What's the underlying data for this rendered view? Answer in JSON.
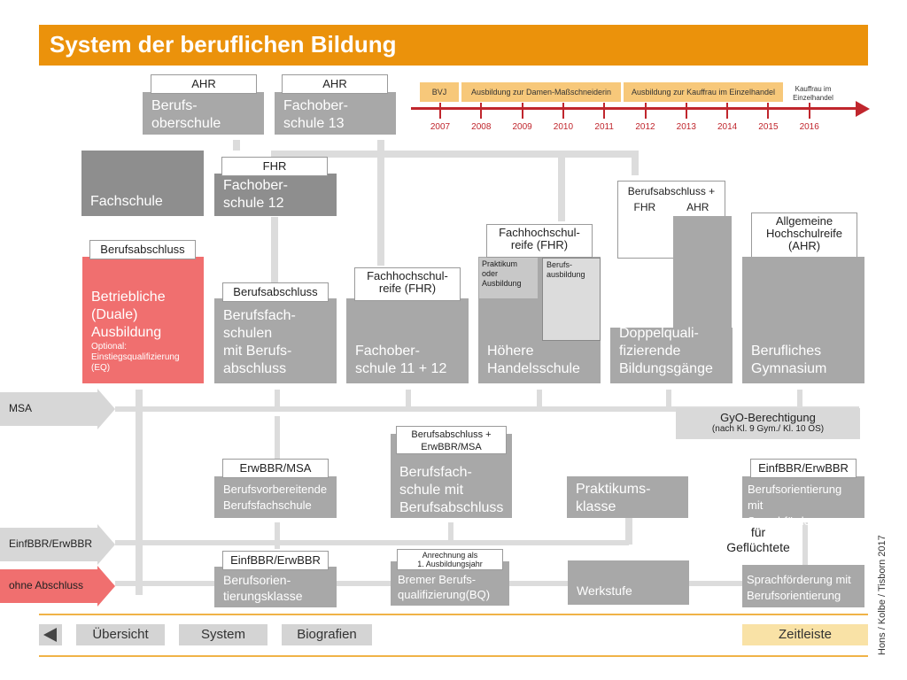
{
  "title": "System der beruflichen Bildung",
  "timeline": {
    "segments": [
      "BVJ",
      "Ausbildung zur Damen-Maßschneiderin",
      "Ausbildung zur Kauffrau im Einzelhandel"
    ],
    "last_label_line1": "Kauffrau im",
    "last_label_line2": "Einzelhandel",
    "years": [
      "2007",
      "2008",
      "2009",
      "2010",
      "2011",
      "2012",
      "2013",
      "2014",
      "2015",
      "2016"
    ]
  },
  "top": {
    "bos_label": "AHR",
    "bos_name_l1": "Berufs-",
    "bos_name_l2": "oberschule",
    "fos13_label": "AHR",
    "fos13_name_l1": "Fachober-",
    "fos13_name_l2": "schule 13"
  },
  "row2": {
    "fachschule": "Fachschule",
    "fos12_label": "FHR",
    "fos12_l1": "Fachober-",
    "fos12_l2": "schule 12",
    "dq_label_l1": "Berufsabschluss +",
    "dq_fhr": "FHR",
    "dq_ahr": "AHR",
    "bg_label_l1": "Allgemeine",
    "bg_label_l2": "Hochschulreife",
    "bg_label_l3": "(AHR)"
  },
  "row3": {
    "dual_label": "Berufsabschluss",
    "dual_l1": "Betriebliche",
    "dual_l2": "(Duale)",
    "dual_l3": "Ausbildung",
    "dual_opt1": "Optional:",
    "dual_opt2": "Einstiegsqualifizierung",
    "dual_opt3": "(EQ)",
    "bfs_label": "Berufsabschluss",
    "bfs_l1": "Berufsfach-",
    "bfs_l2": "schulen",
    "bfs_l3": "mit Berufs-",
    "bfs_l4": "abschluss",
    "fos11_label_l1": "Fachhochschul-",
    "fos11_label_l2": "reife (FHR)",
    "fos11_l1": "Fachober-",
    "fos11_l2": "schule 11 + 12",
    "hhs_label_l1": "Fachhochschul-",
    "hhs_label_l2": "reife (FHR)",
    "hhs_prak_l1": "Praktikum",
    "hhs_prak_l2": "oder",
    "hhs_prak_l3": "Ausbildung",
    "hhs_beruf_l1": "Berufs-",
    "hhs_beruf_l2": "ausbildung",
    "hhs_l1": "Höhere",
    "hhs_l2": "Handelsschule",
    "dq_l1": "Doppelquali-",
    "dq_l2": "fizierende",
    "dq_l3": "Bildungsgänge",
    "bg_l1": "Berufliches",
    "bg_l2": "Gymnasium"
  },
  "side": {
    "msa": "MSA",
    "einf": "EinfBBR/ErwBBR",
    "ohne": "ohne Abschluss"
  },
  "gyo": {
    "l1": "GyO-Berechtigung",
    "l2": "(nach Kl. 9 Gym./  Kl. 10 OS)"
  },
  "row4": {
    "bvfs_label": "ErwBBR/MSA",
    "bvfs_l1": "Berufsvorbereitende",
    "bvfs_l2": "Berufsfachschule",
    "bfs2_label_l1": "Berufsabschluss +",
    "bfs2_label_l2": "ErwBBR/MSA",
    "bfs2_l1": "Berufsfach-",
    "bfs2_l2": "schule mit",
    "bfs2_l3": "Berufsabschluss",
    "prak_l1": "Praktikums-",
    "prak_l2": "klasse",
    "bosp_label": "EinfBBR/ErwBBR",
    "bosp_l1": "Berufsorientierung mit",
    "bosp_l2": "Sprachförderung"
  },
  "row5": {
    "bok_label": "EinfBBR/ErwBBR",
    "bok_l1": "Berufsorien-",
    "bok_l2": "tierungsklasse",
    "bq_label_l1": "Anrechnung als",
    "bq_label_l2": "1. Ausbildungsjahr",
    "bq_l1": "Bremer Berufs-",
    "bq_l2": "qualifizierung(BQ)",
    "werk": "Werkstufe",
    "refugee_l1": "für",
    "refugee_l2": "Geflüchtete",
    "spf_l1": "Sprachförderung mit",
    "spf_l2": "Berufsorientierung"
  },
  "nav": {
    "uebersicht": "Übersicht",
    "system": "System",
    "biografien": "Biografien",
    "zeitleiste": "Zeitleiste"
  },
  "credit": "Hons / Kolbe / Tisborn 2017",
  "colors": {
    "accent": "#eb920b",
    "dual": "#f06f6f",
    "box": "#a8a8a8",
    "timeline_red": "#c0262d"
  }
}
